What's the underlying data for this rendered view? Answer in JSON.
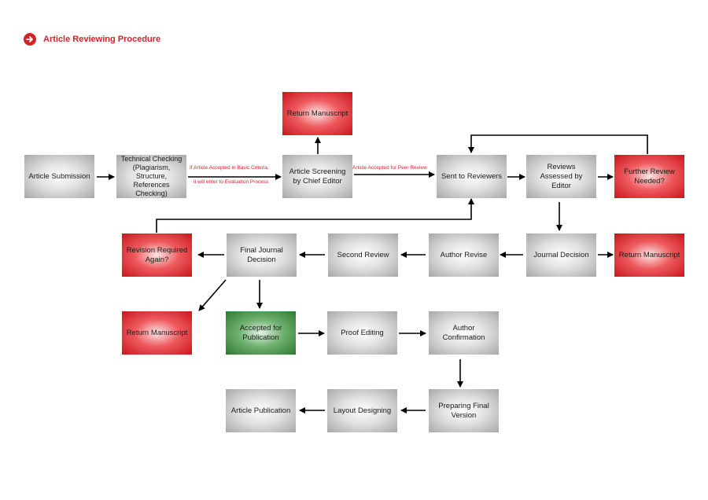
{
  "header": {
    "title": "Article Reviewing Procedure",
    "icon": "arrow-right-circle-icon"
  },
  "nodes": {
    "article_submission": "Article Submission",
    "technical_checking": "Technical Checking (Plagiarism, Structure, References Checking)",
    "article_screening": "Article Screening by Chief Editor",
    "return_manuscript_1": "Return Manuscript",
    "sent_to_reviewers": "Sent to Reviewers",
    "reviews_assessed": "Reviews Assessed by Editor",
    "further_review": "Further Review Needed?",
    "journal_decision": "Journal Decision",
    "return_manuscript_2": "Return Manuscript",
    "author_revise": "Author Revise",
    "second_review": "Second Review",
    "final_journal_decision": "Final Journal Decision",
    "revision_required": "Revision Required Again?",
    "return_manuscript_3": "Return Manuscript",
    "accepted_for_publication": "Accepted for Publication",
    "proof_editing": "Proof Editing",
    "author_confirmation": "Author Confirmation",
    "preparing_final": "Preparing Final Version",
    "layout_designing": "Layout Designing",
    "article_publication": "Article Publication"
  },
  "edge_labels": {
    "basic_criteria_1": "If Article Accepted in Basic Criteria,",
    "basic_criteria_2": "it will enter to Evaluation Process",
    "peer_review": "Article Accepted for Peer Review"
  },
  "colors": {
    "accent": "#d2232a",
    "node_gray": "#b0b0b0",
    "node_red": "#d2232a",
    "node_green": "#2e7a30",
    "arrow": "#000000"
  }
}
